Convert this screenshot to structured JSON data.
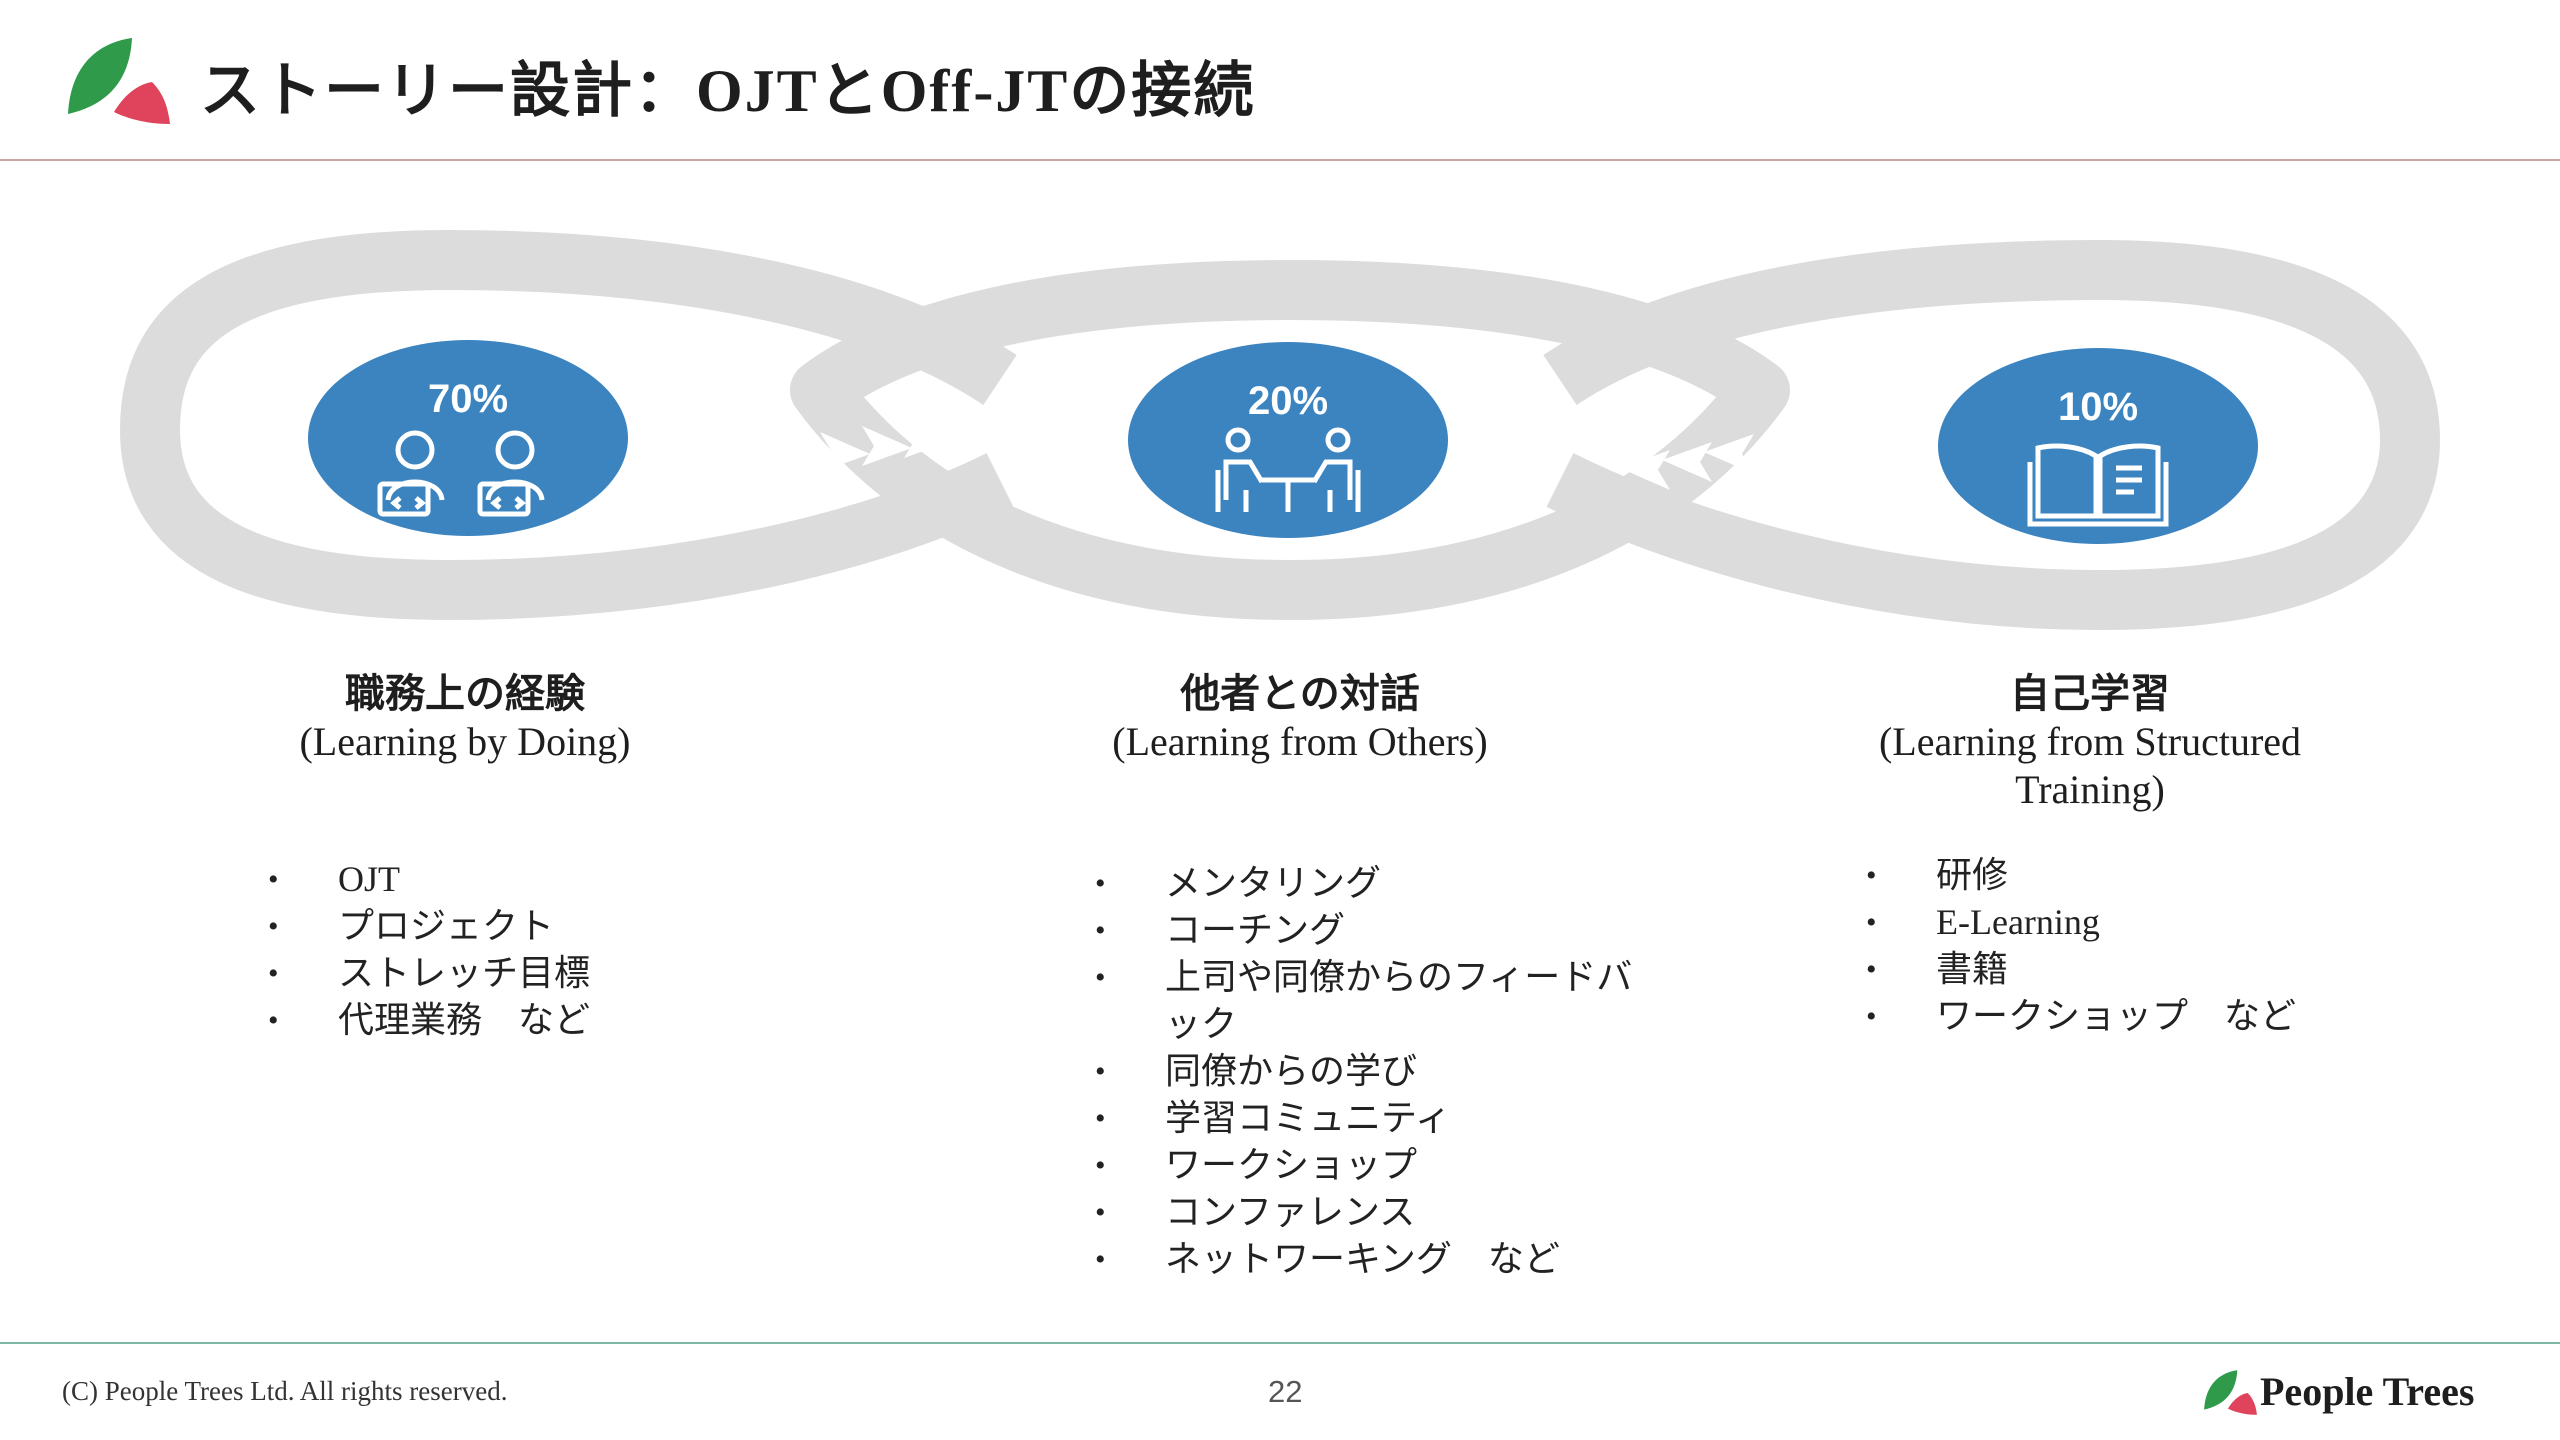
{
  "header": {
    "title": "ストーリー設計：OJTとOff-JTの接続"
  },
  "colors": {
    "accent_blue": "#3b84c0",
    "loop_gray": "#dcdcdc",
    "arrow_gray": "#ffffff",
    "logo_green": "#2e9a4a",
    "logo_red": "#e0445c"
  },
  "stages": [
    {
      "percent": "70%",
      "icon": "people-at-laptops-icon",
      "title": "職務上の経験",
      "subtitle": "(Learning by Doing)",
      "items": [
        "OJT",
        "プロジェクト",
        "ストレッチ目標",
        "代理業務　など"
      ]
    },
    {
      "percent": "20%",
      "icon": "meeting-at-table-icon",
      "title": "他者との対話",
      "subtitle": "(Learning from Others)",
      "items": [
        "メンタリング",
        "コーチング",
        "上司や同僚からのフィードバック",
        "同僚からの学び",
        "学習コミュニティ",
        "ワークショップ",
        "コンファレンス",
        "ネットワーキング　など"
      ]
    },
    {
      "percent": "10%",
      "icon": "open-book-icon",
      "title": "自己学習",
      "subtitle": "(Learning from Structured Training)",
      "items": [
        "研修",
        "E-Learning",
        "書籍",
        "ワークショップ　など"
      ]
    }
  ],
  "footer": {
    "copyright": "(C) People Trees Ltd. All rights reserved.",
    "page_number": "22",
    "brand": "People Trees"
  }
}
